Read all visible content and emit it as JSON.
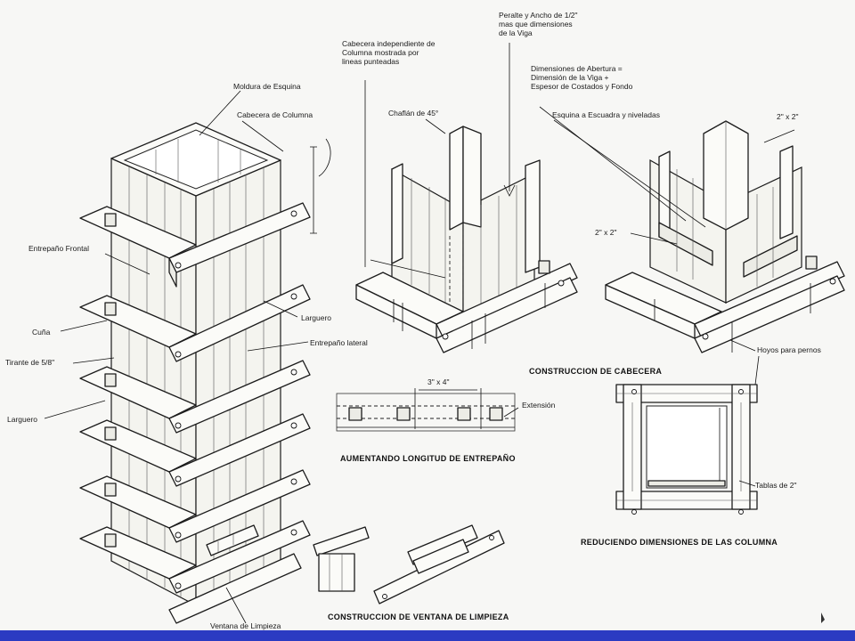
{
  "labels": {
    "moldura": "Moldura de Esquina",
    "cabecera_columna": "Cabecera de Columna",
    "entrepano_frontal": "Entrepaño Frontal",
    "cuna": "Cuña",
    "tirante": "Tirante de 5/8\"",
    "larguero_left": "Larguero",
    "larguero_right": "Larguero",
    "entrepano_lateral": "Entrepaño lateral",
    "ventana": "Ventana de Limpieza",
    "cabecera_indep_1": "Cabecera independiente de",
    "cabecera_indep_2": "Columna mostrada por",
    "cabecera_indep_3": "lineas punteadas",
    "chaflan": "Chaflán de 45°",
    "peralte_1": "Peralte y Ancho de 1/2\"",
    "peralte_2": "mas que dimensiones",
    "peralte_3": "de la Viga",
    "dim_1": "Dimensiones de Abertura =",
    "dim_2": "Dimensión de la Viga +",
    "dim_3": "Espesor de Costados y Fondo",
    "esquina": "Esquina a Escuadra y niveladas",
    "dos_x_dos_a": "2\" x 2\"",
    "dos_x_dos_b": "2\" x 2\"",
    "hoyos": "Hoyos para pernos",
    "tres_x_cuatro": "3\" x 4\"",
    "extension": "Extensión",
    "tablas": "Tablas de 2\""
  },
  "captions": {
    "construccion_cabecera": "CONSTRUCCION DE CABECERA",
    "aumentando": "AUMENTANDO LONGITUD DE ENTREPAÑO",
    "reduciendo": "REDUCIENDO DIMENSIONES DE LAS COLUMNA",
    "ventana": "CONSTRUCCION DE VENTANA DE LIMPIEZA"
  },
  "colors": {
    "footer_bar": "#2b3bc2",
    "background": "#f7f7f5"
  }
}
